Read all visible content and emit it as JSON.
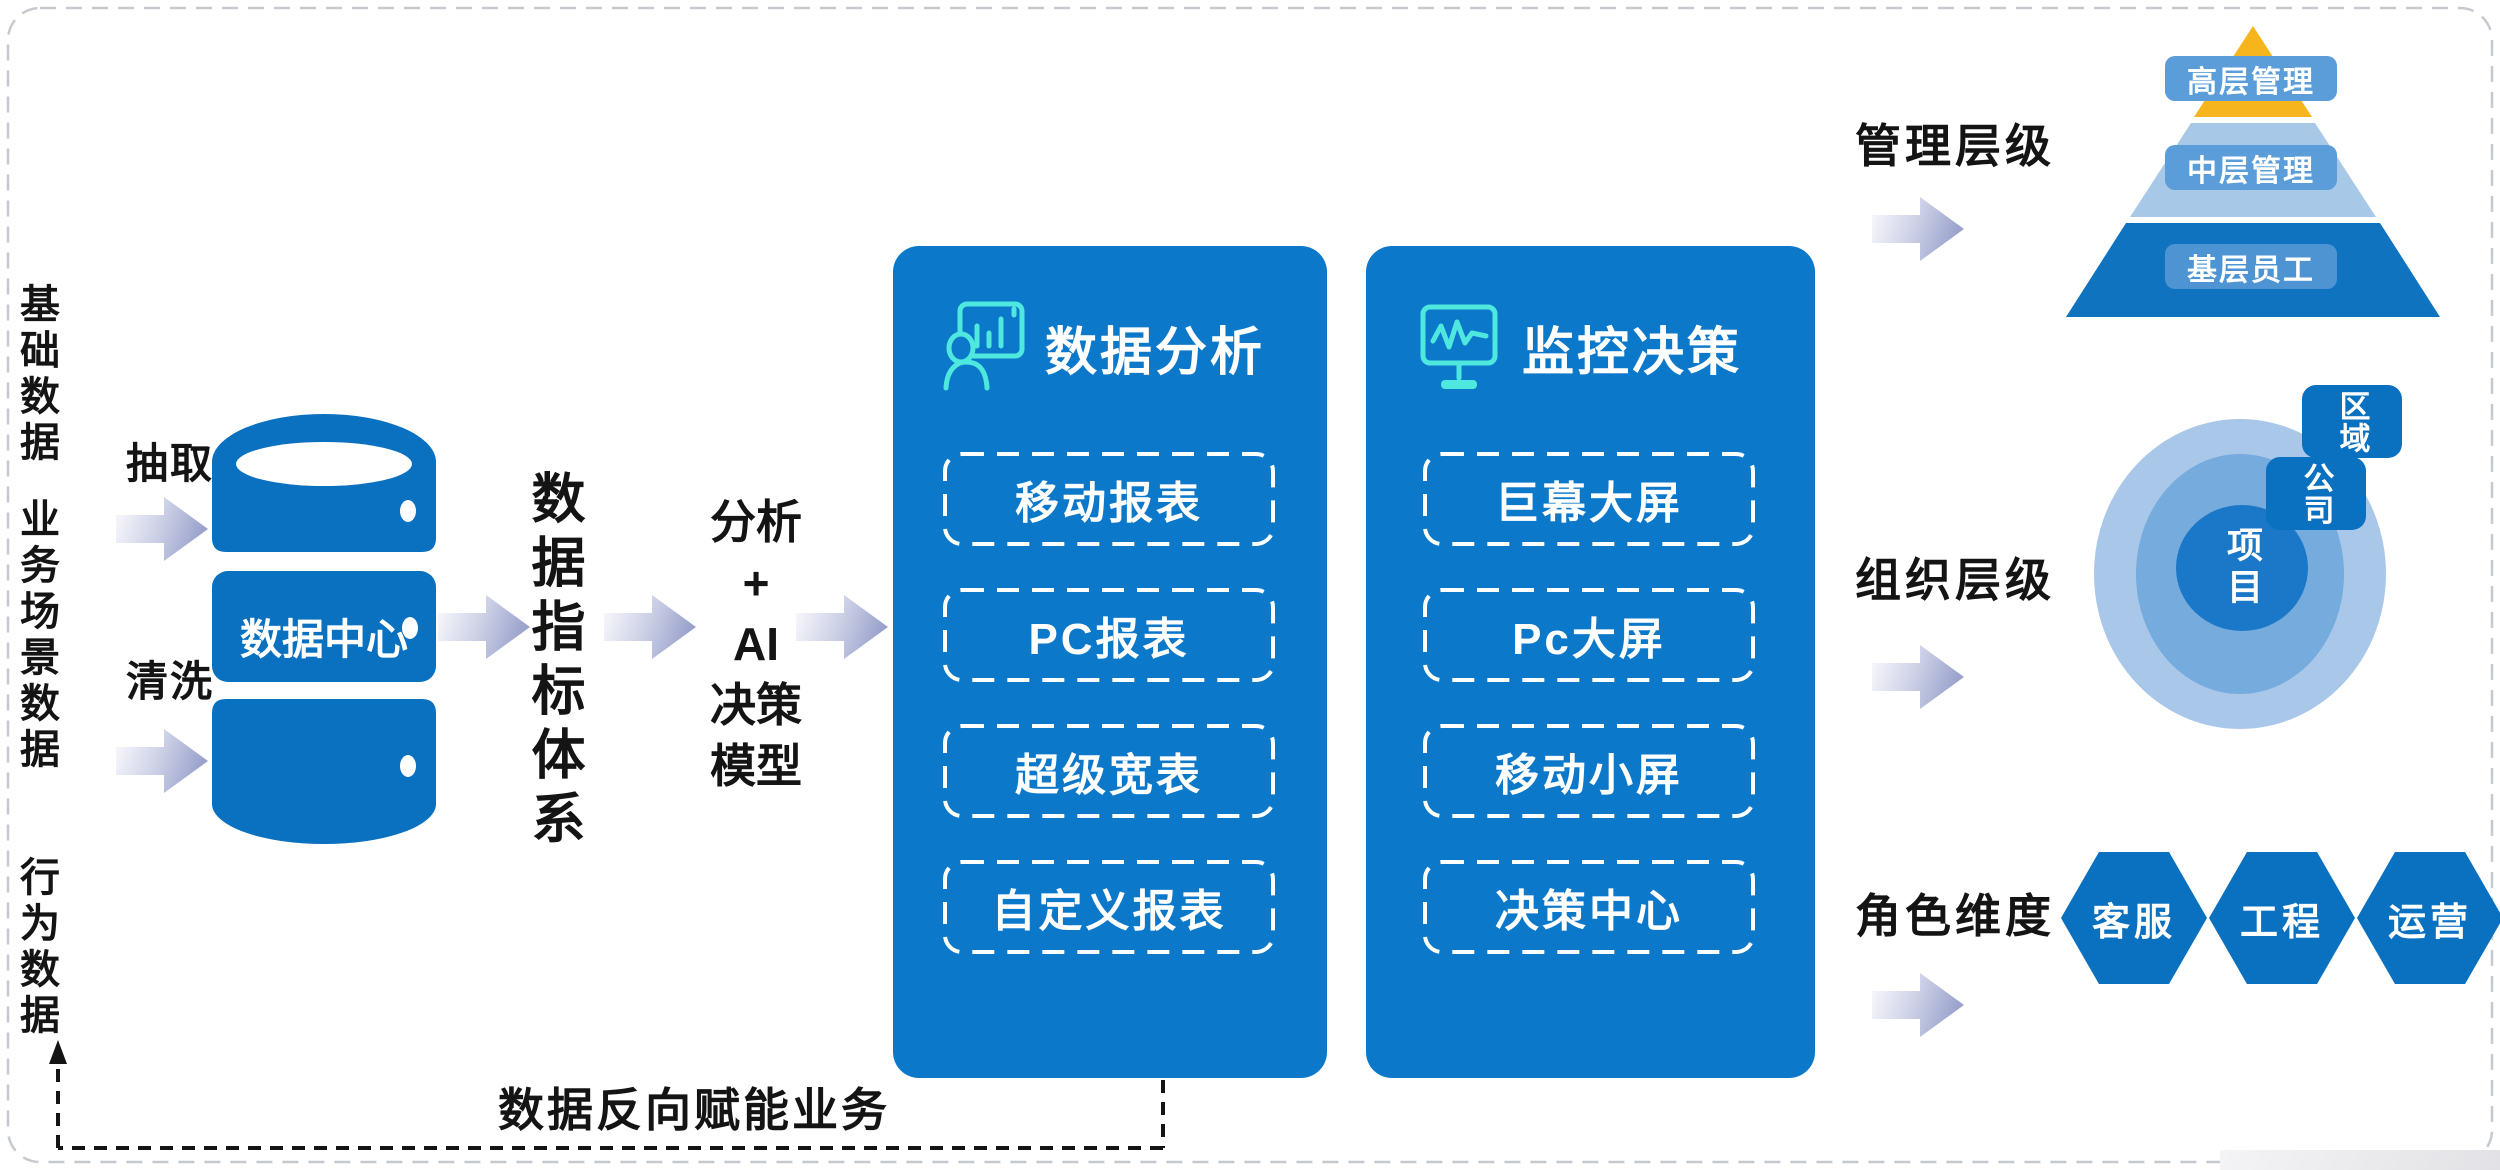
{
  "colors": {
    "primary_blue": "#0c78ca",
    "cylinder_blue": "#0a70c0",
    "icon_cyan": "#4fe8df",
    "pyramid_gold": "#f6b51d",
    "pyramid_light": "#a8c8e8",
    "pyramid_dark": "#0f73c0",
    "pyramid_label": "#5a9dd8",
    "pyramid_label_bottom": "#4e94d3",
    "ring_outer": "#a9c8e9",
    "ring_middle": "#76abdd",
    "ring_inner": "#1b78c8",
    "arrow_light": "#fcfcfe",
    "arrow_dark": "#9ba3cd",
    "line_black": "#141414"
  },
  "left_sources": {
    "s1": "基础数据",
    "s2": "业务场景数据",
    "s3": "行为数据"
  },
  "etl": {
    "extract": "抽取",
    "clean": "清洗"
  },
  "data_center": {
    "label": "数据中心"
  },
  "indicator_system": {
    "label": "数据指标体系"
  },
  "analysis_model": {
    "l1": "分析",
    "l2": "+",
    "l3": "AI",
    "l4": "决策",
    "l5": "模型"
  },
  "panels": [
    {
      "title": "数据分析",
      "icon": "presenter-chart-icon",
      "items": [
        "移动报表",
        "PC报表",
        "超级宽表",
        "自定义报表"
      ]
    },
    {
      "title": "监控决策",
      "icon": "monitor-pulse-icon",
      "items": [
        "巨幕大屏",
        "Pc大屏",
        "移动小屏",
        "决策中心"
      ]
    }
  ],
  "management": {
    "label": "管理层级",
    "levels": [
      "高层管理",
      "中层管理",
      "基层员工"
    ]
  },
  "organization": {
    "label": "组织层级",
    "outer": "区域",
    "middle": "公司",
    "inner": "项目"
  },
  "roles": {
    "label": "角色维度",
    "items": [
      "客服",
      "工程",
      "运营"
    ]
  },
  "feedback": {
    "label": "数据反向赋能业务"
  }
}
